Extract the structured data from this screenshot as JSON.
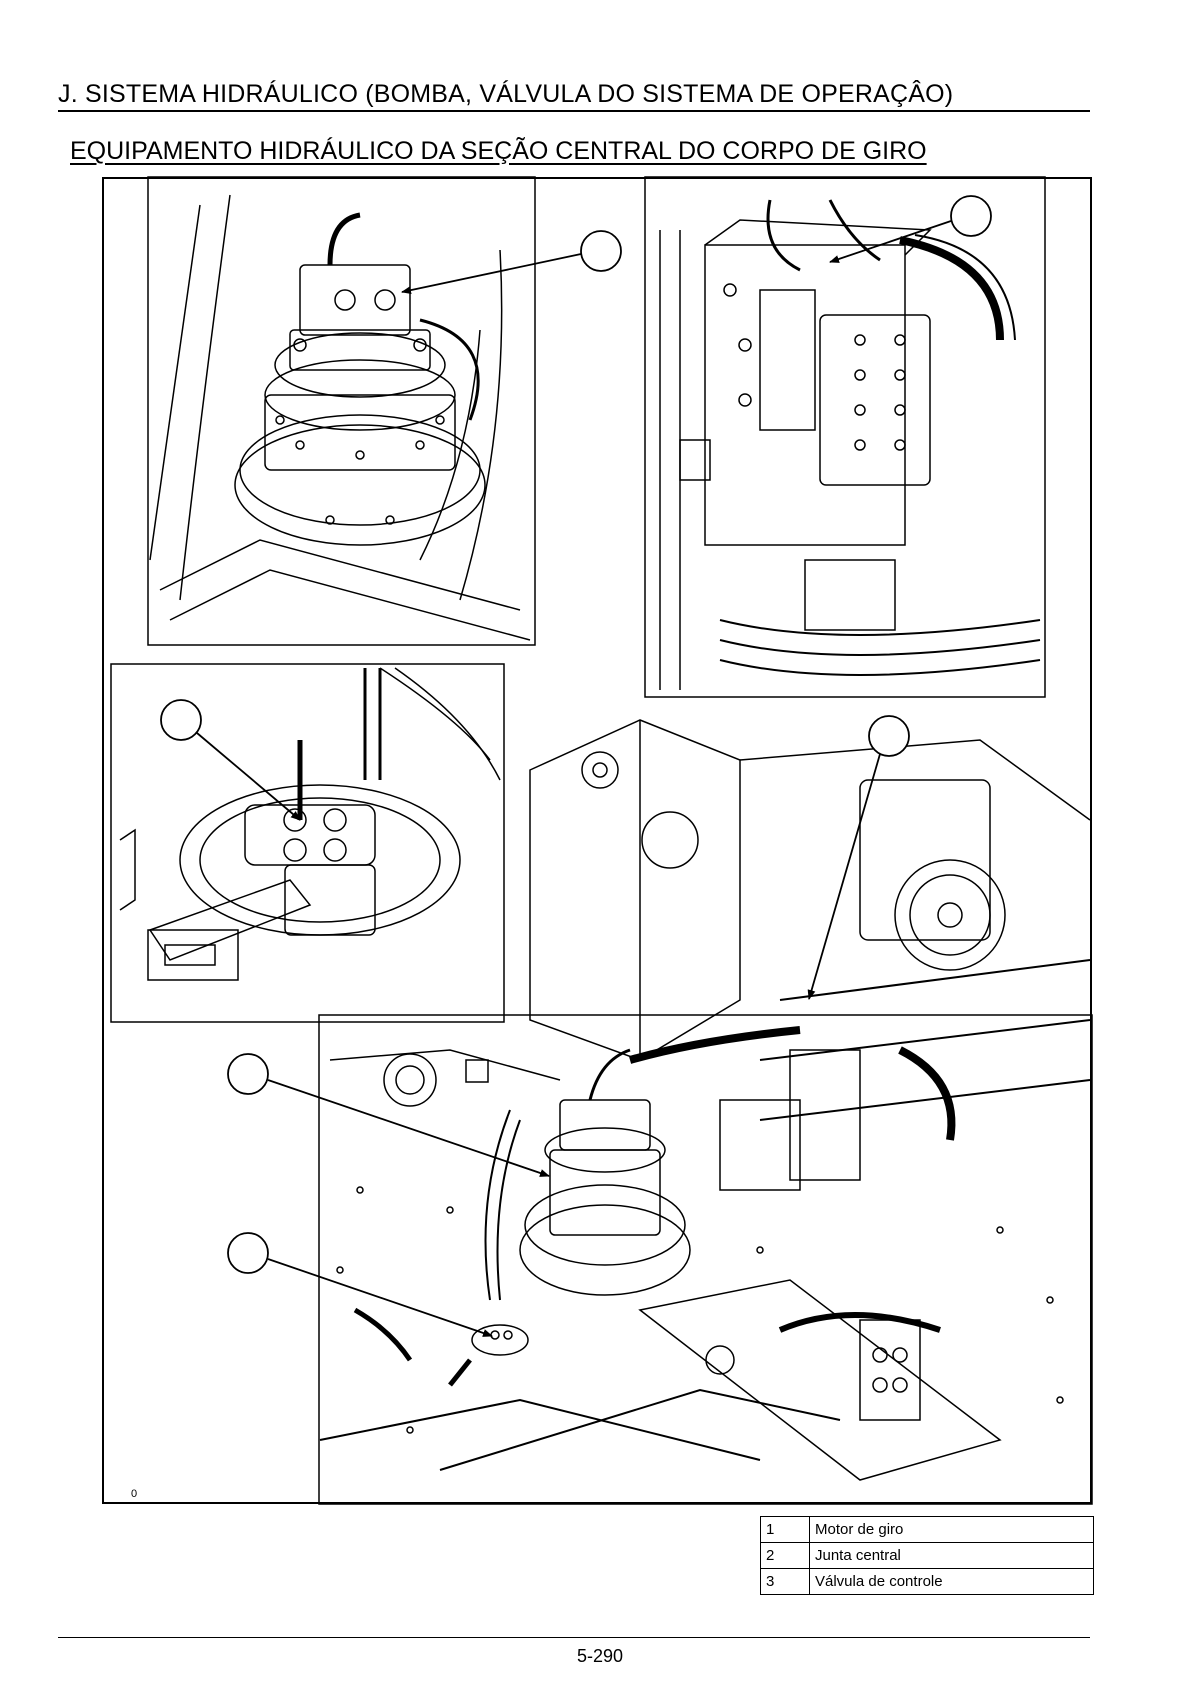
{
  "header": {
    "title": "J. SISTEMA HIDRÁULICO (BOMBA, VÁLVULA DO SISTEMA DE OPERAÇÂO)"
  },
  "section": {
    "title": "EQUIPAMENTO HIDRÁULICO DA SEÇÃO CENTRAL DO CORPO DE GIRO"
  },
  "figure": {
    "id_label": "0"
  },
  "legend": {
    "rows": [
      {
        "num": "1",
        "label": "Motor de giro"
      },
      {
        "num": "2",
        "label": "Junta central"
      },
      {
        "num": "3",
        "label": "Válvula de controle"
      }
    ]
  },
  "footer": {
    "page_number": "5-290"
  }
}
